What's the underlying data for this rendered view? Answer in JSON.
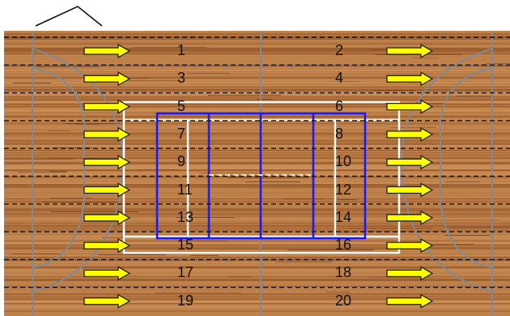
{
  "lanes": [
    {
      "left": "1",
      "right": "2"
    },
    {
      "left": "3",
      "right": "4"
    },
    {
      "left": "5",
      "right": "6"
    },
    {
      "left": "7",
      "right": "8"
    },
    {
      "left": "9",
      "right": "10"
    },
    {
      "left": "11",
      "right": "12"
    },
    {
      "left": "13",
      "right": "14"
    },
    {
      "left": "15",
      "right": "16"
    },
    {
      "left": "17",
      "right": "18"
    },
    {
      "left": "19",
      "right": "20"
    }
  ],
  "arrows": {
    "direction": "right",
    "icon": "yellow-arrow-icon"
  },
  "colors": {
    "wood_base": "#b97a45",
    "wood_dark": "#8e5326",
    "wood_light": "#d39a5f",
    "arrow_fill": "#ffff00",
    "arrow_stroke": "#222222",
    "lane_line": "#111111",
    "court_line": "#ffffff",
    "inner_court_line": "#1a1aff",
    "handball_line": "#7f8a96"
  }
}
